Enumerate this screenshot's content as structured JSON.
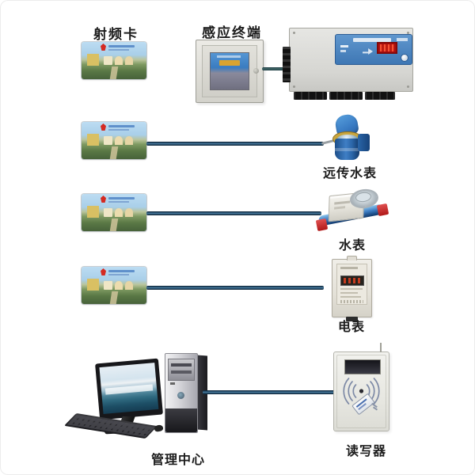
{
  "page": {
    "background": "#ffffff"
  },
  "labels": {
    "rf_card": "射频卡",
    "induction_terminal": "感应终端",
    "remote_water_meter": "远传水表",
    "water_meter": "水表",
    "electric_meter": "电表",
    "management_center": "管理中心",
    "reader": "读写器"
  },
  "devices": [
    {
      "id": "rf-card",
      "label": "射频卡",
      "icon": "rf-card-photo-icon",
      "count": 4
    },
    {
      "id": "induction-terminal",
      "label": "感应终端",
      "icon": "wall-terminal-icon"
    },
    {
      "id": "controller-box",
      "label": "",
      "icon": "control-box-icon"
    },
    {
      "id": "remote-water-meter",
      "label": "远传水表",
      "icon": "blue-water-meter-icon"
    },
    {
      "id": "water-meter",
      "label": "水表",
      "icon": "prepaid-water-meter-icon"
    },
    {
      "id": "electric-meter",
      "label": "电表",
      "icon": "electric-meter-icon"
    },
    {
      "id": "management-center",
      "label": "管理中心",
      "icon": "desktop-computer-icon"
    },
    {
      "id": "reader",
      "label": "读写器",
      "icon": "rfid-reader-icon"
    }
  ],
  "connections": [
    {
      "from": "induction-terminal",
      "to": "controller-box"
    },
    {
      "from": "rf-card-2",
      "to": "remote-water-meter"
    },
    {
      "from": "rf-card-3",
      "to": "water-meter"
    },
    {
      "from": "rf-card-4",
      "to": "electric-meter"
    },
    {
      "from": "management-center",
      "to": "reader"
    }
  ],
  "colors": {
    "connector_line": "#2d5878",
    "terminal_connector_line": "#476f6e",
    "label_text": "#1c1c1c",
    "panel_blue": "#4a86c4",
    "display_red": "#b01010",
    "meter_blue": "#2a65a8",
    "brass_ring": "#c9a63e",
    "pipe_cap_red": "#b01818"
  }
}
